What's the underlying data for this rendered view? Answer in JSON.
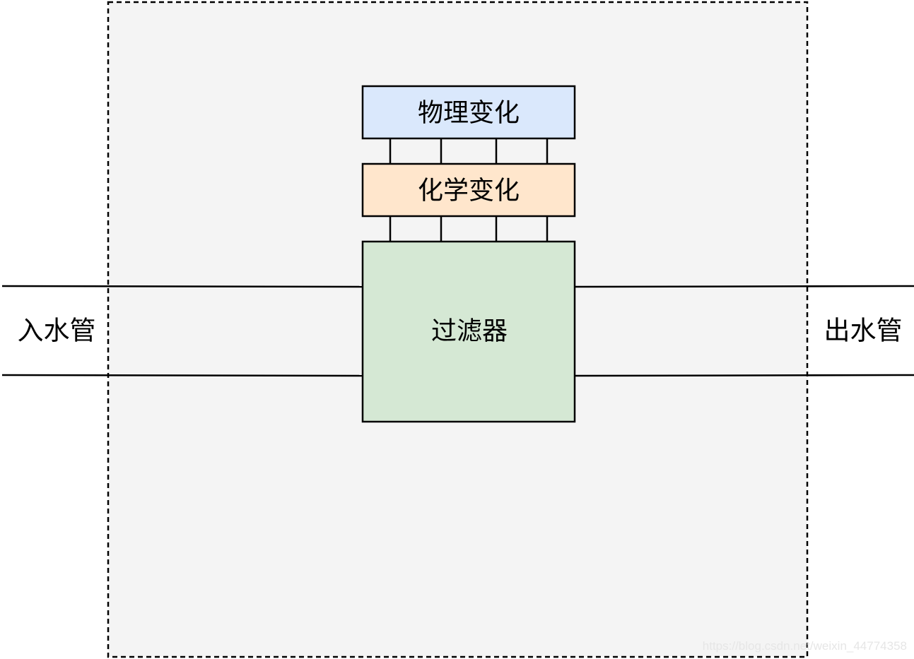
{
  "diagram": {
    "inlet_label": "入水管",
    "outlet_label": "出水管",
    "physical_label": "物理变化",
    "chemical_label": "化学变化",
    "filter_label": "过滤器",
    "watermark": "https://blog.csdn.net/weixin_44774358"
  },
  "colors": {
    "container_fill": "#f4f4f4",
    "container_stroke": "#000000",
    "physical_fill": "#dae8fc",
    "chemical_fill": "#ffe6cc",
    "filter_fill": "#d5e8d4",
    "line_color": "#000000"
  }
}
